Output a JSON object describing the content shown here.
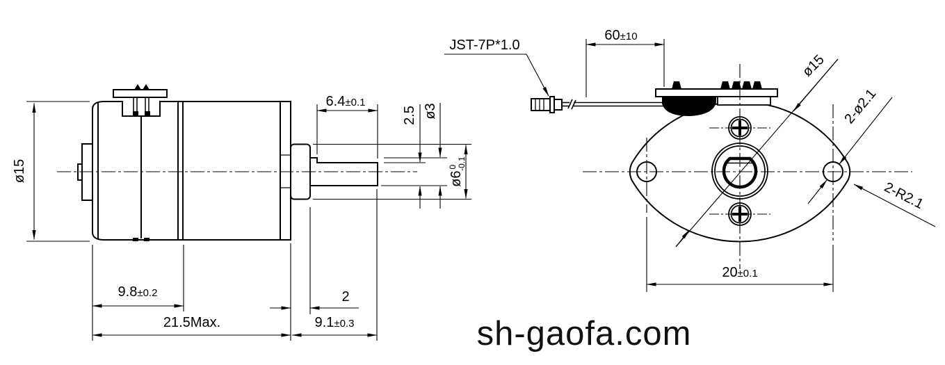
{
  "colors": {
    "line": "#000000",
    "background": "#ffffff",
    "watermark": "#111111"
  },
  "watermark": "sh-gaofa.com",
  "side_view": {
    "dim_body_diameter": "ø15",
    "dim_flat_length": {
      "value": "6.4",
      "tol": "±0.1"
    },
    "dim_across_flat": "2.5",
    "dim_shaft_diameter": "ø3",
    "dim_boss_diameter": {
      "value": "ø6",
      "tol_upper": "0",
      "tol_lower": "-0.1"
    },
    "dim_motor_length": {
      "value": "9.8",
      "tol": "±0.2"
    },
    "dim_total_length": "21.5Max.",
    "dim_boss_protrusion": "2",
    "dim_front_length": {
      "value": "9.1",
      "tol": "±0.3"
    }
  },
  "front_view": {
    "connector_label": "JST-7P*1.0",
    "dim_wire_length": {
      "value": "60",
      "tol": "±10"
    },
    "dim_flange_height": "ø15",
    "dim_mount_holes": "2-ø2.1",
    "dim_tip_radius": "2-R2.1",
    "dim_hole_spacing": {
      "value": "20",
      "tol": "±0.1"
    }
  }
}
